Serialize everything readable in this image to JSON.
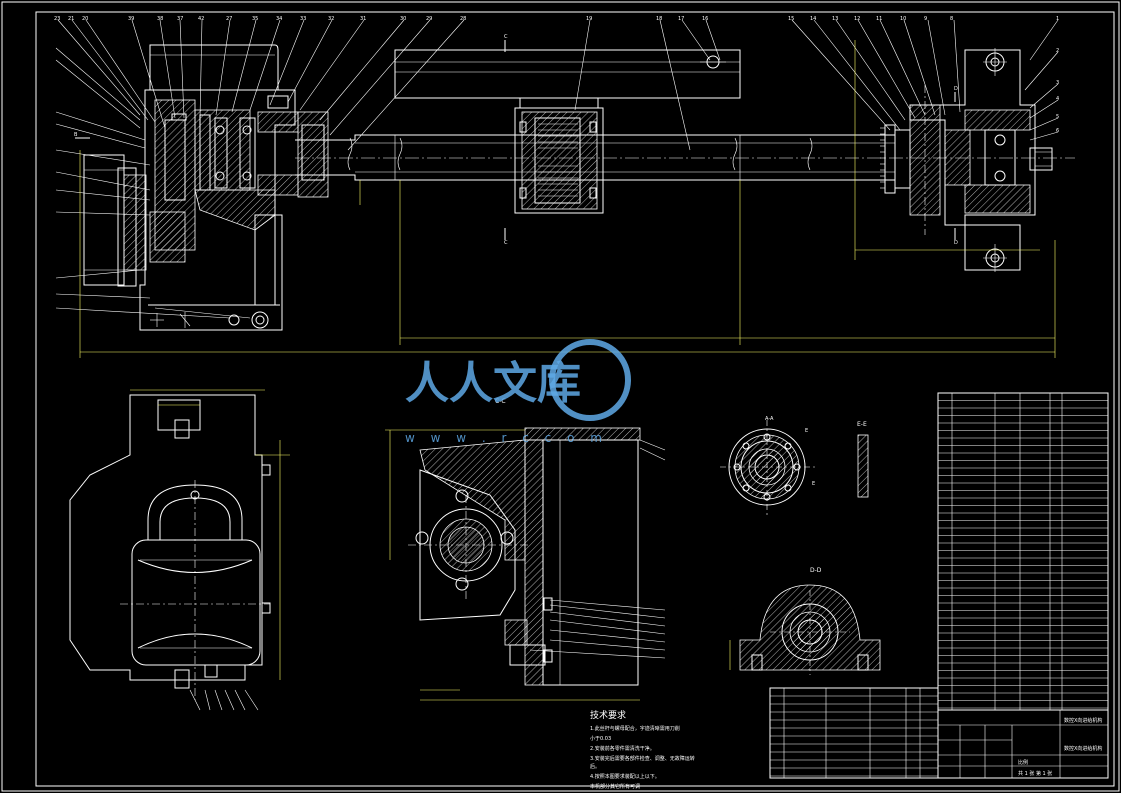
{
  "watermark": {
    "brand": "人人文库",
    "url": "w w w . r c            c o m"
  },
  "section_labels": {
    "cc": "C-C",
    "ee": "E-E",
    "cut_c_top": "C",
    "cut_c_bottom": "C",
    "cut_d_top": "D",
    "cut_d_bottom": "D",
    "cut_b": "B",
    "dd_view": "D-D"
  },
  "tech_requirements": {
    "title": "技术要求",
    "lines": [
      "1.此丝杆与螺母配合，字迹清晰需用刀削",
      "小于0.03",
      "2.安装前各零件需清洗干净。",
      "3.安装完后需要各部件检查、调整、无故障运转",
      "后。",
      "4.按照本图要求装配以上以下。",
      "本机部分其它所有可调"
    ]
  },
  "title_block": {
    "drawing_name": "数控X向进给机构",
    "scale_label": "比例",
    "sheet": "共 1 张  第 1 张"
  },
  "colors": {
    "background": "#000000",
    "line": "#ffffff",
    "dimension": "#ffff66",
    "watermark": "#5fa9e6"
  }
}
